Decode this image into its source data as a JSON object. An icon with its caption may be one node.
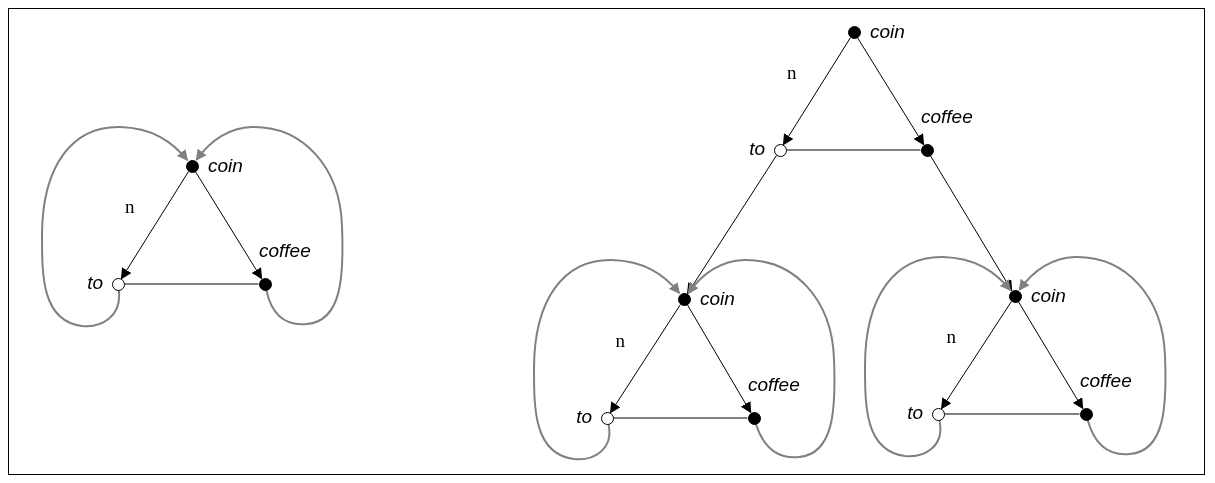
{
  "diagram": {
    "nodes": [
      {
        "text": [],
        "shape": "dot",
        "beside": [
          "coin"
        ]
      },
      {
        "text": [],
        "shape": "circle",
        "beside": [
          "to"
        ]
      },
      {
        "text": [],
        "shape": "dot",
        "beside": [
          "coffee"
        ]
      },
      {
        "text": [],
        "shape": "dot",
        "beside": [
          "coin"
        ]
      },
      {
        "text": [],
        "shape": "circle",
        "beside": [
          "to"
        ]
      },
      {
        "text": [],
        "shape": "dot",
        "beside": [
          "coffee"
        ]
      },
      {
        "text": [],
        "shape": "dot",
        "beside": [
          "coin"
        ]
      },
      {
        "text": [],
        "shape": "circle",
        "beside": [
          "to"
        ]
      },
      {
        "text": [],
        "shape": "dot",
        "beside": [
          "coffee"
        ]
      },
      {
        "text": [],
        "shape": "dot",
        "beside": [
          "coin"
        ]
      },
      {
        "text": [],
        "shape": "circle",
        "beside": [
          "to"
        ]
      },
      {
        "text": [],
        "shape": "dot",
        "beside": [
          "coffee"
        ]
      }
    ],
    "edges": [
      {
        "from": 0,
        "to": 1,
        "arrow": "to",
        "label": "n"
      },
      {
        "from": 0,
        "to": 2,
        "arrow": "to"
      },
      {
        "from": 1,
        "to": 2,
        "arrow": "none",
        "color": "#808080"
      },
      {
        "from": 1,
        "to": 0,
        "arrow": "to",
        "color": "#808080"
      },
      {
        "from": 2,
        "to": 0,
        "arrow": "to",
        "color": "#808080"
      },
      {
        "from": 3,
        "to": 4,
        "arrow": "to",
        "label": "n"
      },
      {
        "from": 3,
        "to": 5,
        "arrow": "to"
      },
      {
        "from": 4,
        "to": 5,
        "arrow": "none",
        "color": "#808080"
      },
      {
        "from": 4,
        "to": 6,
        "arrow": "to"
      },
      {
        "from": 5,
        "to": 9,
        "arrow": "to"
      },
      {
        "from": 6,
        "to": 7,
        "arrow": "to",
        "label": "n"
      },
      {
        "from": 6,
        "to": 8,
        "arrow": "to"
      },
      {
        "from": 7,
        "to": 8,
        "arrow": "none",
        "color": "#808080"
      },
      {
        "from": 7,
        "to": 6,
        "arrow": "to",
        "color": "#808080"
      },
      {
        "from": 8,
        "to": 6,
        "arrow": "to",
        "color": "#808080"
      },
      {
        "from": 9,
        "to": 10,
        "arrow": "to",
        "label": "n"
      },
      {
        "from": 9,
        "to": 11,
        "arrow": "to"
      },
      {
        "from": 10,
        "to": 11,
        "arrow": "none",
        "color": "#808080"
      },
      {
        "from": 10,
        "to": 9,
        "arrow": "to",
        "color": "#808080"
      },
      {
        "from": 11,
        "to": 9,
        "arrow": "to",
        "color": "#808080"
      }
    ]
  }
}
